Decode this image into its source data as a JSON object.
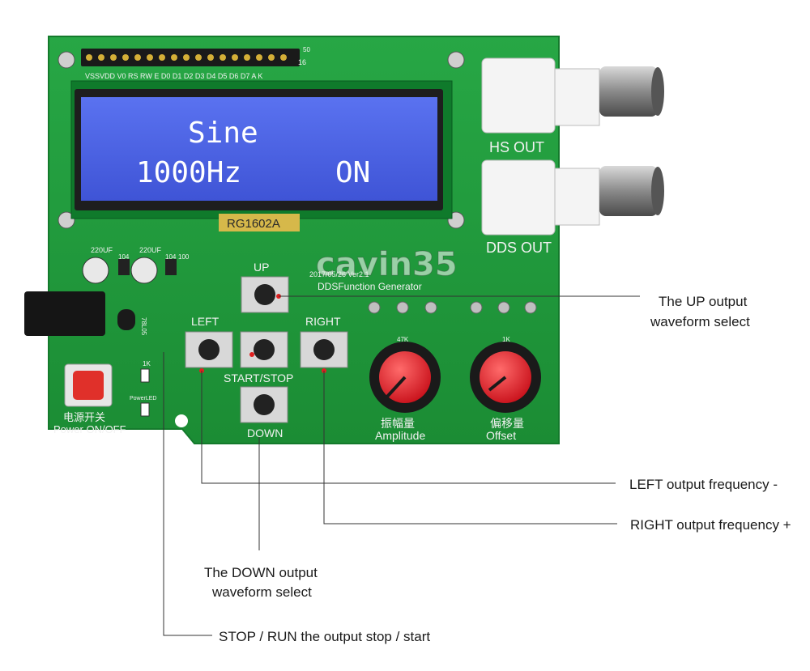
{
  "board": {
    "pin_labels": "VSSVDD V0 RS RW E D0 D1 D2 D3 D4 D5 D6 D7 A K",
    "pin_16": "16",
    "pin_50": "50",
    "lcd": {
      "line1": "Sine",
      "line2_freq": "1000Hz",
      "line2_state": "ON"
    },
    "lcd_model": "RG1602A",
    "hs_out": "HS OUT",
    "dds_out": "DDS OUT",
    "watermark": "cavin35",
    "date_ver": "2017/05/26  Ver2.1",
    "title": "DDSFunction Generator",
    "cap1": "220UF",
    "cap2": "220UF",
    "c104a": "104",
    "c104b": "104",
    "r100": "100",
    "reg": "78L05",
    "r1k": "1K",
    "power_led": "PowerLED",
    "btn_up": "UP",
    "btn_left": "LEFT",
    "btn_right": "RIGHT",
    "btn_startstop": "START/STOP",
    "btn_down": "DOWN",
    "power_cn": "电源开关",
    "power_en": "Power ON/OFF",
    "pot1_val": "47K",
    "pot2_val": "1K",
    "amp_cn": "振幅量",
    "amp_en": "Amplitude",
    "off_cn": "偏移量",
    "off_en": "Offset"
  },
  "callouts": {
    "up_line1": "The UP output",
    "up_line2": "waveform select",
    "left": "LEFT output frequency -",
    "right": "RIGHT output frequency +",
    "down_line1": "The DOWN output",
    "down_line2": "waveform select",
    "stop": "STOP / RUN the output stop / start"
  },
  "colors": {
    "pcb": "#1f9a3a",
    "lcd": "#4a5fe0",
    "knob": "#e0202a",
    "bnc_body": "#f4f4f4"
  }
}
